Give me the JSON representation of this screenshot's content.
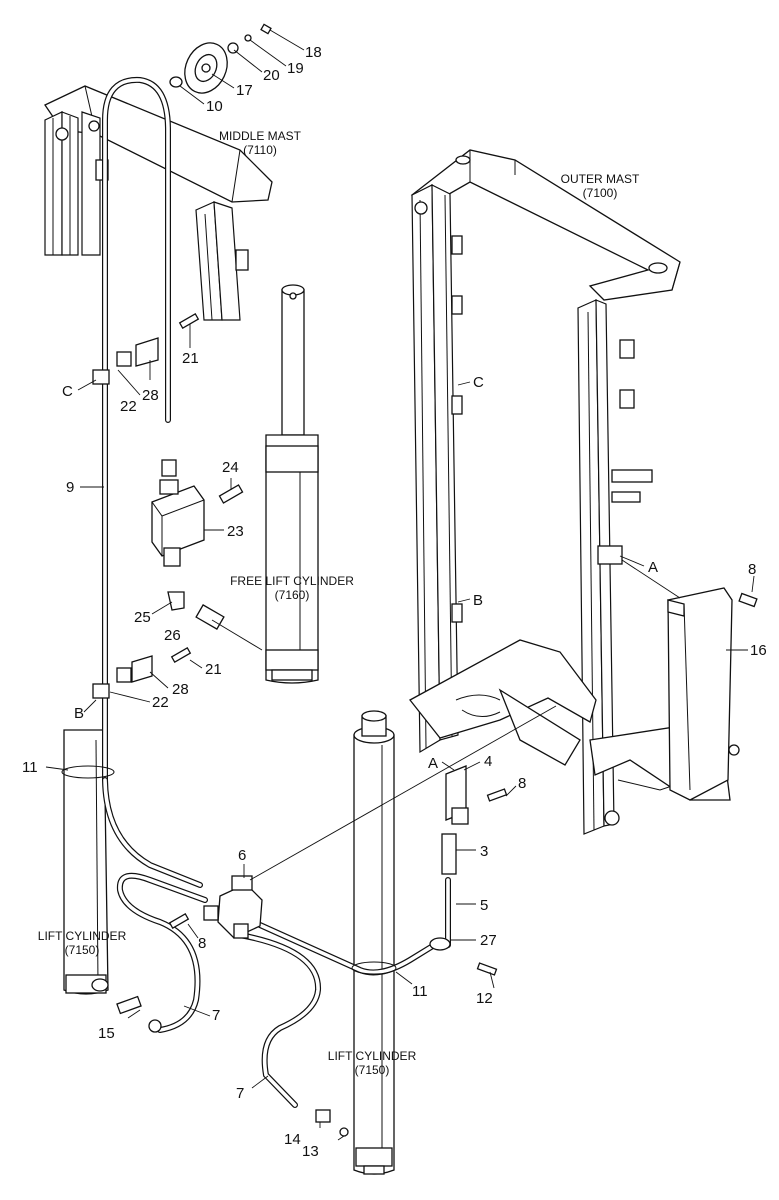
{
  "assemblies": {
    "middle_mast": {
      "name": "MIDDLE MAST",
      "code": "(7110)"
    },
    "outer_mast": {
      "name": "OUTER MAST",
      "code": "(7100)"
    },
    "free_lift_cylinder": {
      "name": "FREE LIFT CYLINDER",
      "code": "(7160)"
    },
    "lift_cylinder_left": {
      "name": "LIFT CYLINDER",
      "code": "(7150)"
    },
    "lift_cylinder_right": {
      "name": "LIFT CYLINDER",
      "code": "(7150)"
    }
  },
  "callouts": {
    "p18": "18",
    "p19": "19",
    "p20": "20",
    "p17": "17",
    "p10": "10",
    "p21a": "21",
    "p28a": "28",
    "p22a": "22",
    "pCa": "C",
    "p9": "9",
    "p24": "24",
    "p23": "23",
    "p25": "25",
    "p26": "26",
    "p21b": "21",
    "p28b": "28",
    "p22b": "22",
    "pBa": "B",
    "p11a": "11",
    "p6": "6",
    "p8a": "8",
    "p7a": "7",
    "p15": "15",
    "p7b": "7",
    "p14": "14",
    "p13": "13",
    "p11b": "11",
    "pAa": "A",
    "p4": "4",
    "p8b": "8",
    "p3": "3",
    "p5": "5",
    "p27": "27",
    "p12": "12",
    "pCb": "C",
    "pBb": "B",
    "pAb": "A",
    "p8c": "8",
    "p16": "16"
  }
}
